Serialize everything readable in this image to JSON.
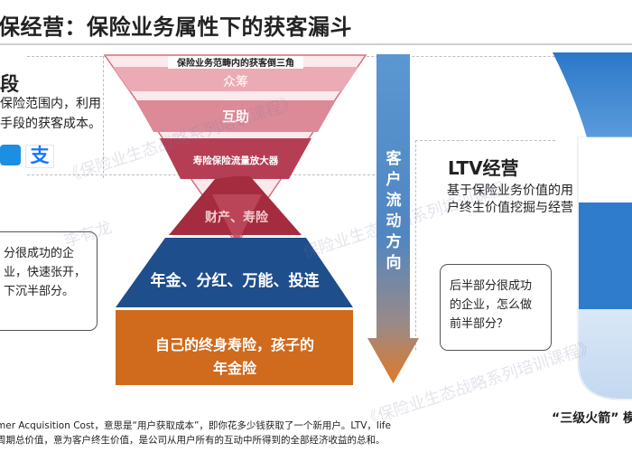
{
  "title": "保经营：保险业务属性下的获客漏斗",
  "left": {
    "heading": "段",
    "text": "保险范围内，利用手段的获客成本。",
    "callout": "分很成功的企业，快速张开，下沉半部分。"
  },
  "funnel": {
    "inverted_label": "保险业务范畴内的获客倒三角",
    "layers": {
      "l1": "众筹",
      "l2": "互助",
      "l3": "寿险保险流量放大器",
      "l4": "财产、寿险",
      "l5": "年金、分红、万能、投连",
      "l6a": "自己的终身寿险，孩子的",
      "l6b": "年金险"
    }
  },
  "flow_arrow_label": [
    "客",
    "户",
    "流",
    "动",
    "方",
    "向"
  ],
  "ltv": {
    "title": "LTV经营",
    "text": "基于保险业务价值的用户终生价值挖掘与经营",
    "callout": "后半部分很成功的企业，怎么做前半部分？"
  },
  "rocket": {
    "label": "“三级火箭”",
    "label_cut": "模"
  },
  "footnote": {
    "line1": "mer Acquisition Cost，意思是“用户获取成本”，即你花多少钱获取了一个新用户。LTV，life",
    "line2": "周期总价值，意为客户终生价值，是公司从用户所有的互动中所得到的全部经济收益的总和。"
  },
  "watermarks": [
    "《保险业生态战略系列培训课程》",
    "李有龙",
    "保险业生态战略系列培训课程",
    "《保险业生态战略系列培训课程》"
  ],
  "colors": {
    "navy": "#1f4e8c",
    "orange": "#d06a1c",
    "crimson": "#9a2536",
    "arrow_blue": "#4e8ac8",
    "rocket_blue": "#2b78c8"
  }
}
